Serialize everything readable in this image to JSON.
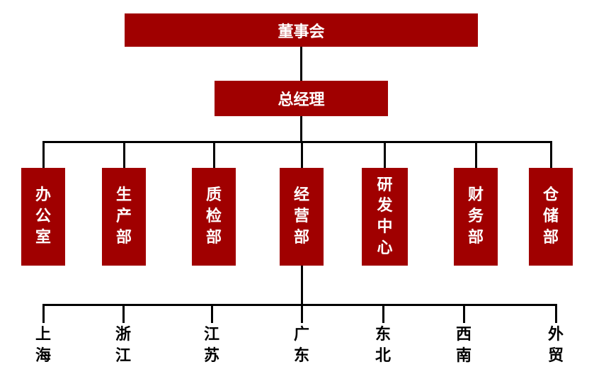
{
  "org": {
    "root": {
      "label": "董事会"
    },
    "manager": {
      "label": "总经理"
    },
    "departments": [
      {
        "label": "办公室"
      },
      {
        "label": "生产部"
      },
      {
        "label": "质检部"
      },
      {
        "label": "经营部"
      },
      {
        "label": "研发中心"
      },
      {
        "label": "财务部"
      },
      {
        "label": "仓储部"
      }
    ],
    "regions": [
      {
        "label": "上海"
      },
      {
        "label": "浙江"
      },
      {
        "label": "江苏"
      },
      {
        "label": "广东"
      },
      {
        "label": "东北"
      },
      {
        "label": "西南"
      },
      {
        "label": "外贸"
      }
    ]
  },
  "colors": {
    "box_fill": "#a00000",
    "box_text": "#ffffff",
    "connector": "#000000",
    "region_text": "#000000",
    "background": "#ffffff"
  }
}
